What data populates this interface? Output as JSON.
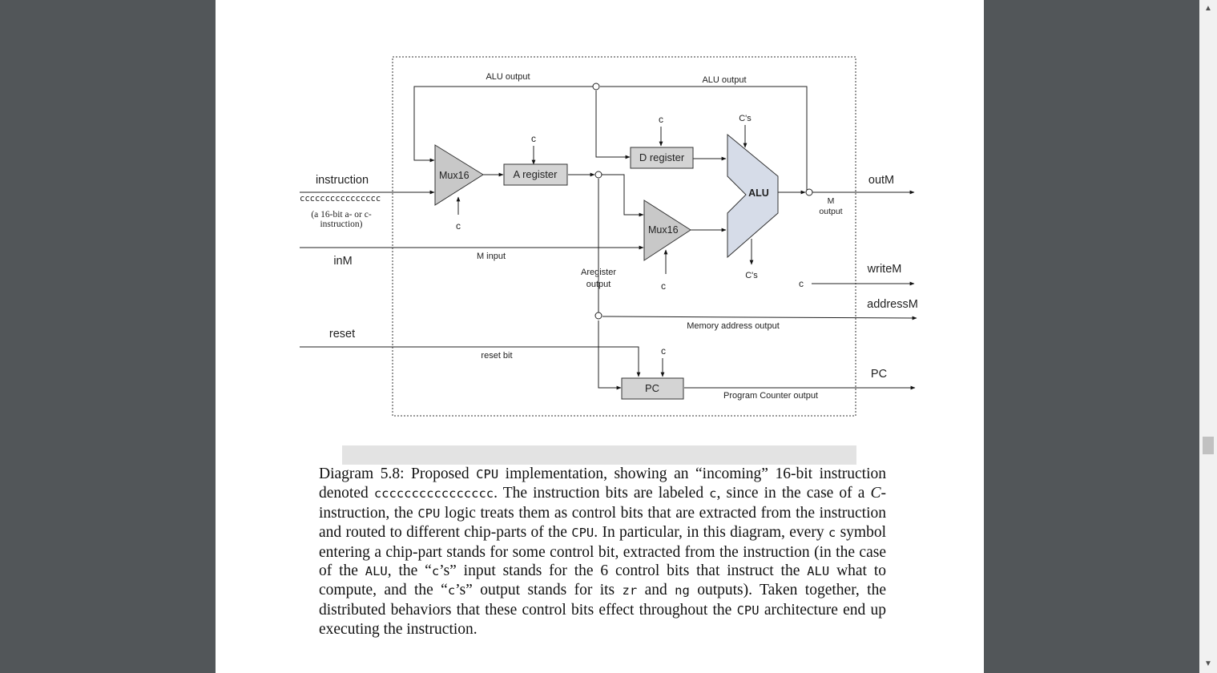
{
  "diagram": {
    "inputs": {
      "instruction": "instruction",
      "instruction_bits": "cccccccccccccccc",
      "instruction_note_1": "(a 16-bit a- or c-",
      "instruction_note_2": "instruction)",
      "inM": "inM",
      "reset": "reset"
    },
    "outputs": {
      "outM": "outM",
      "writeM": "writeM",
      "addressM": "addressM",
      "pc": "PC"
    },
    "chips": {
      "mux1": "Mux16",
      "a_register": "A register",
      "d_register": "D register",
      "mux2": "Mux16",
      "alu": "ALU",
      "pc": "PC"
    },
    "wire_labels": {
      "alu_output_left": "ALU output",
      "alu_output_right": "ALU output",
      "m_input": "M input",
      "a_register_output_1": "Aregister",
      "a_register_output_2": "output",
      "m_output_1": "M",
      "m_output_2": "output",
      "memory_address_output": "Memory address output",
      "reset_bit": "reset bit",
      "program_counter_output": "Program Counter output"
    },
    "control_labels": {
      "c": "c",
      "cs_in": "C's",
      "cs_out": "C's",
      "c_writeM": "c"
    }
  },
  "caption": {
    "p1": "Diagram 5.8: Proposed ",
    "m1": "CPU",
    "p2": " implementation, showing an “incoming” 16-bit instruction denoted ",
    "m2": "cccccccccccccccc",
    "p3": ". The instruction bits are labeled ",
    "m3": "c",
    "p4": ", since in the case of a ",
    "i1": "C",
    "p5": "-instruction, the ",
    "m4": "CPU",
    "p6": " logic treats them as control bits that are extracted from the instruction and routed to different chip-parts of the ",
    "m5": "CPU",
    "p7": ". In particular, in this diagram, every ",
    "m6": "c",
    "p8": " symbol entering a chip-part stands for some control bit, extracted from the instruction (in the case of the ",
    "m7": "ALU",
    "p9": ", the “",
    "m8": "c",
    "p10": "’s” input stands for the 6 control bits that instruct the ",
    "m9": "ALU",
    "p11": " what to compute, and the “",
    "m10": "c",
    "p12": "’s” output stands for its ",
    "m11": "zr",
    "p13": " and ",
    "m12": "ng",
    "p14": " outputs). Taken together, the distributed behaviors that these control bits effect throughout the ",
    "m13": "CPU",
    "p15": " architecture end up executing the instruction."
  }
}
